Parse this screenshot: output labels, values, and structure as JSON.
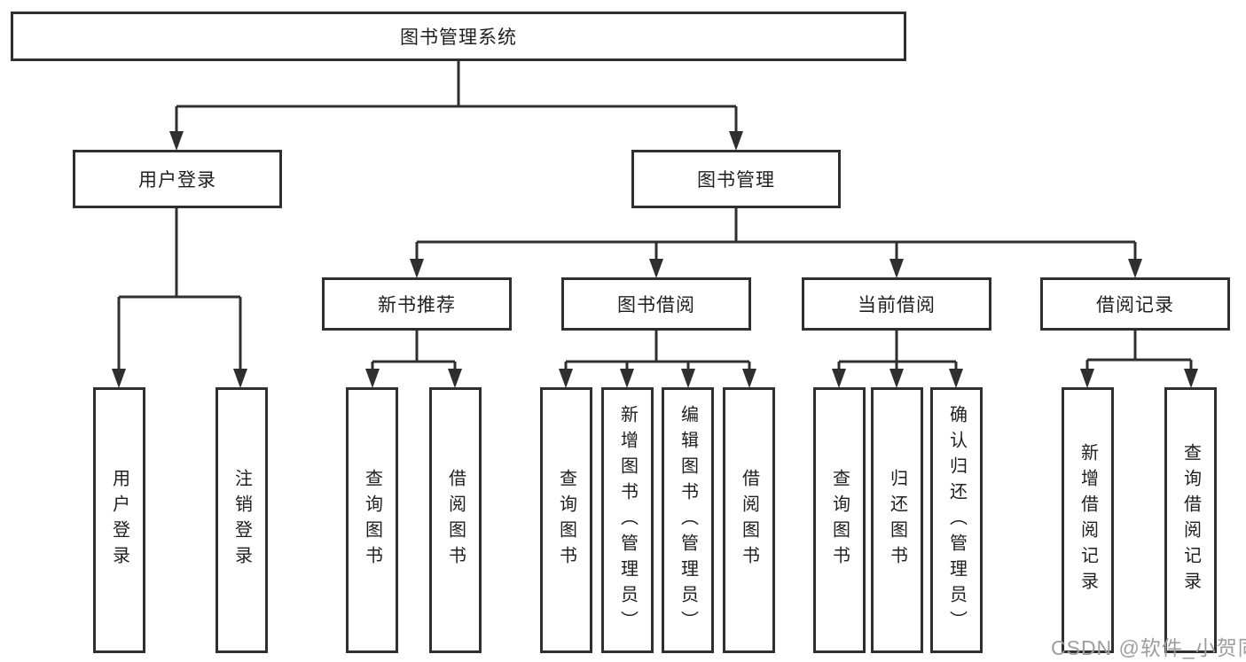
{
  "diagram_title": "图书管理系统",
  "tree": {
    "root": {
      "label": "图书管理系统"
    },
    "branches": [
      {
        "label": "用户登录",
        "children": [
          {
            "label": "用户登录"
          },
          {
            "label": "注销登录"
          }
        ]
      },
      {
        "label": "图书管理",
        "children": [
          {
            "label": "新书推荐",
            "children": [
              {
                "label": "查询图书"
              },
              {
                "label": "借阅图书"
              }
            ]
          },
          {
            "label": "图书借阅",
            "children": [
              {
                "label": "查询图书"
              },
              {
                "label": "新增图书（管理员）"
              },
              {
                "label": "编辑图书（管理员）"
              },
              {
                "label": "借阅图书"
              }
            ]
          },
          {
            "label": "当前借阅",
            "children": [
              {
                "label": "查询图书"
              },
              {
                "label": "归还图书"
              },
              {
                "label": "确认归还（管理员）"
              }
            ]
          },
          {
            "label": "借阅记录",
            "children": [
              {
                "label": "新增借阅记录"
              },
              {
                "label": "查询借阅记录"
              }
            ]
          }
        ]
      }
    ]
  },
  "watermark": {
    "text": "CSDN @软件_小贺同学"
  },
  "colors": {
    "line": "#2f2f2f",
    "box_border": "#2f2f2f",
    "text": "#1f1f1f",
    "watermark": "#9e9e9e",
    "background": "#ffffff"
  }
}
